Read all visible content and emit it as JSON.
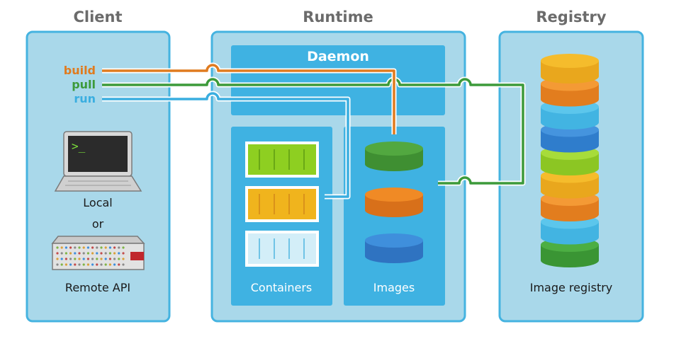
{
  "headings": {
    "client": "Client",
    "runtime": "Runtime",
    "registry": "Registry"
  },
  "commands": {
    "build": "build",
    "pull": "pull",
    "run": "run"
  },
  "client": {
    "prompt": ">_",
    "local": "Local",
    "or": "or",
    "remote": "Remote API"
  },
  "runtime": {
    "daemon": "Daemon",
    "containers": "Containers",
    "images": "Images"
  },
  "registry": {
    "label": "Image registry"
  },
  "colors": {
    "build": "#e07b1f",
    "pull": "#3c9a3a",
    "run": "#3aaee0",
    "panel_fill": "#a9d8ea",
    "panel_border": "#45b3e0",
    "runtime_fill": "#a9d8ea",
    "inner_fill": "#3fb2e2",
    "heading": "#6b6b6b"
  },
  "containers": [
    {
      "name": "green",
      "fill": "#8ecf21",
      "line": "#5f9b12"
    },
    {
      "name": "yellow",
      "fill": "#f0b41d",
      "line": "#d2871a"
    },
    {
      "name": "light-blue",
      "fill": "#d3eef8",
      "line": "#4fb6e0"
    }
  ],
  "images": [
    {
      "name": "green",
      "top": "#52a840",
      "side": "#3f8f32"
    },
    {
      "name": "orange",
      "top": "#f08a25",
      "side": "#d8701a"
    },
    {
      "name": "blue",
      "top": "#3f8fdc",
      "side": "#2f73c1"
    }
  ],
  "registry_stack": [
    {
      "name": "yellow",
      "top": "#f5bc2c",
      "side": "#e9a71d"
    },
    {
      "name": "orange",
      "top": "#f49a35",
      "side": "#e27d1e"
    },
    {
      "name": "light-blue",
      "top": "#5cc6ec",
      "side": "#42b4e2"
    },
    {
      "name": "blue",
      "top": "#4594de",
      "side": "#2f7dcc"
    },
    {
      "name": "lime",
      "top": "#a7dc3a",
      "side": "#8cc623"
    },
    {
      "name": "yellow",
      "top": "#f5bc2c",
      "side": "#e9a71d"
    },
    {
      "name": "orange",
      "top": "#f49a35",
      "side": "#e27d1e"
    },
    {
      "name": "light-blue",
      "top": "#5cc6ec",
      "side": "#42b4e2"
    },
    {
      "name": "green",
      "top": "#4cae43",
      "side": "#3a9534"
    }
  ]
}
